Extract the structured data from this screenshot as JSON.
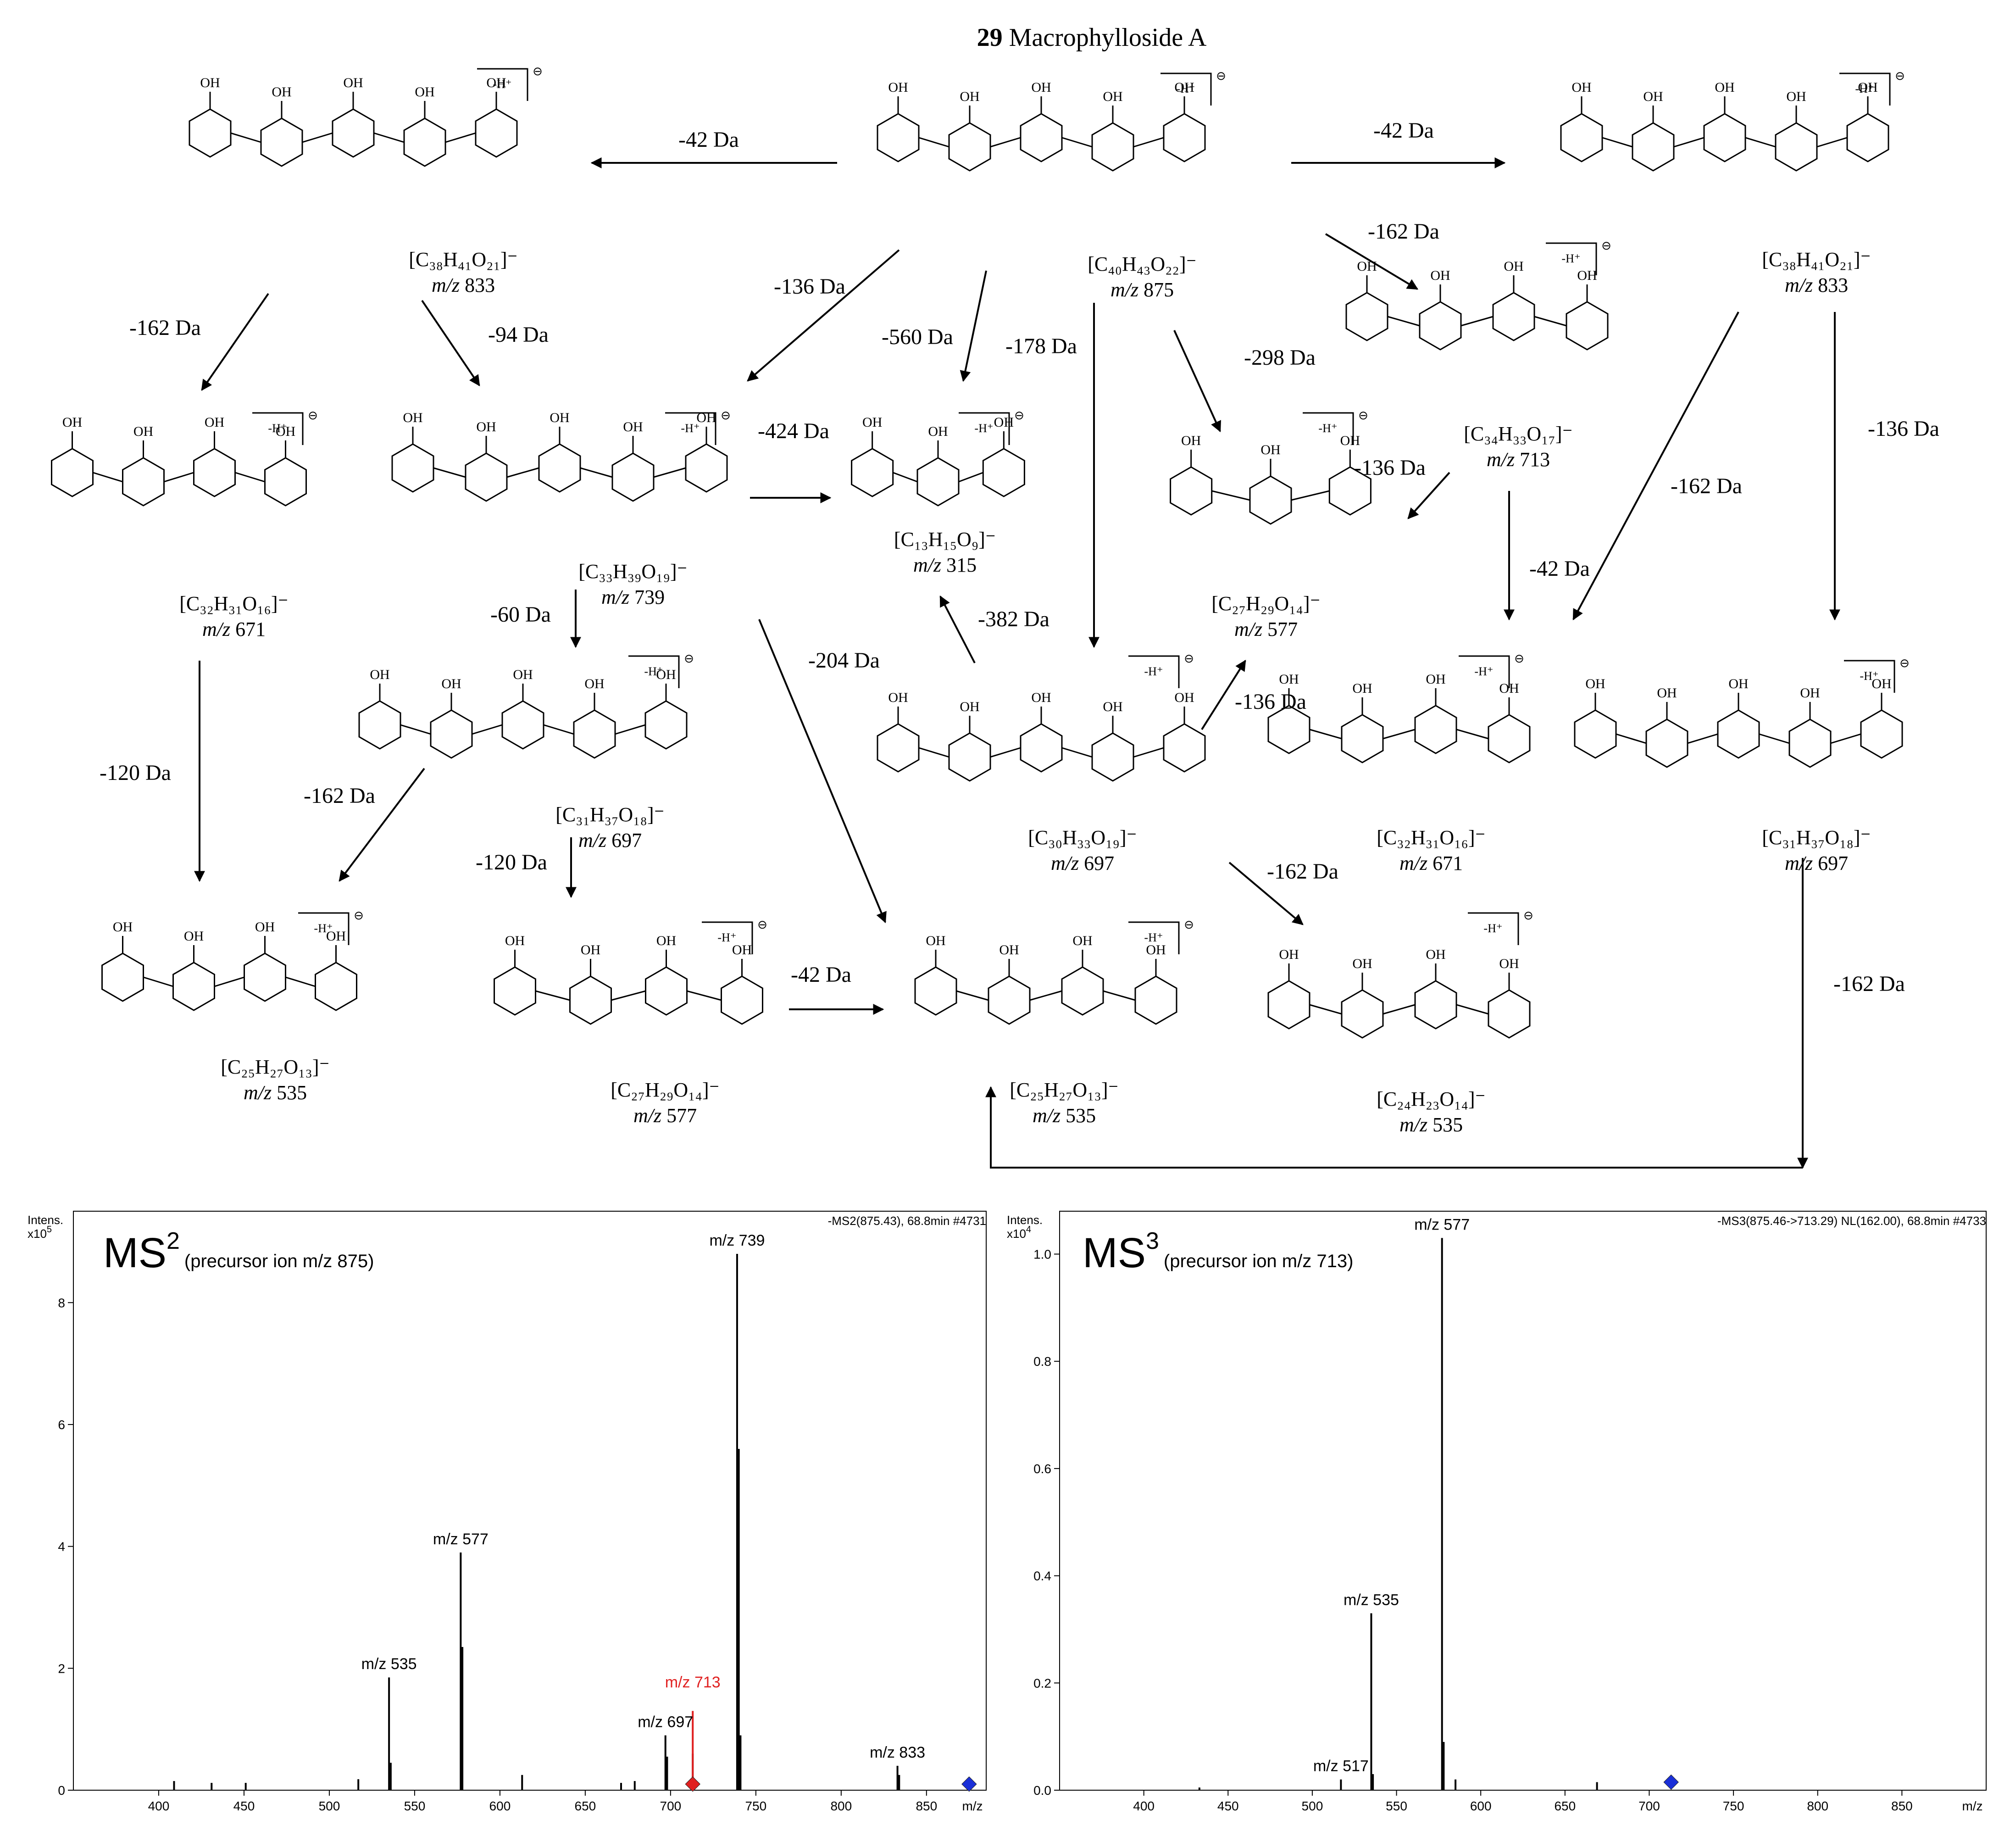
{
  "title": {
    "compound_number": "29",
    "compound_name": "Macrophylloside A"
  },
  "charge_label": "-H⁺",
  "charge_sign": "⊖",
  "ions": [
    {
      "id": "p875",
      "formula": "[C₄₀H₄₃O₂₂]⁻",
      "mz": "875"
    },
    {
      "id": "a833",
      "formula": "[C₃₈H₄₁O₂₁]⁻",
      "mz": "833"
    },
    {
      "id": "b833",
      "formula": "[C₃₈H₄₁O₂₁]⁻",
      "mz": "833"
    },
    {
      "id": "a671",
      "formula": "[C₃₂H₃₁O₁₆]⁻",
      "mz": "671"
    },
    {
      "id": "a739",
      "formula": "[C₃₃H₃₉O₁₉]⁻",
      "mz": "739"
    },
    {
      "id": "a315",
      "formula": "[C₁₃H₁₅O₉]⁻",
      "mz": "315"
    },
    {
      "id": "a713",
      "formula": "[C₃₄H₃₃O₁₇]⁻",
      "mz": "713"
    },
    {
      "id": "a577",
      "formula": "[C₂₇H₂₉O₁₄]⁻",
      "mz": "577"
    },
    {
      "id": "a697",
      "formula": "[C₃₁H₃₇O₁₈]⁻",
      "mz": "697"
    },
    {
      "id": "b697",
      "formula": "[C₃₀H₃₃O₁₉]⁻",
      "mz": "697"
    },
    {
      "id": "b671",
      "formula": "[C₃₂H₃₁O₁₆]⁻",
      "mz": "671"
    },
    {
      "id": "c697",
      "formula": "[C₃₁H₃₇O₁₈]⁻",
      "mz": "697"
    },
    {
      "id": "a535",
      "formula": "[C₂₅H₂₇O₁₃]⁻",
      "mz": "535"
    },
    {
      "id": "b577",
      "formula": "[C₂₇H₂₉O₁₄]⁻",
      "mz": "577"
    },
    {
      "id": "b535",
      "formula": "[C₂₅H₂₇O₁₃]⁻",
      "mz": "535"
    },
    {
      "id": "c535",
      "formula": "[C₂₄H₂₃O₁₄]⁻",
      "mz": "535"
    }
  ],
  "losses": [
    "-42 Da",
    "-42 Da",
    "-162 Da",
    "-94 Da",
    "-136 Da",
    "-560 Da",
    "-178 Da",
    "-162 Da",
    "-298 Da",
    "-424 Da",
    "-136 Da",
    "-136 Da",
    "-162 Da",
    "-42 Da",
    "-60 Da",
    "-382 Da",
    "-204 Da",
    "-120 Da",
    "-136 Da",
    "-162 Da",
    "-120 Da",
    "-162 Da",
    "-42 Da",
    "-162 Da"
  ],
  "chart_data": [
    {
      "type": "bar",
      "label_main": "MS",
      "label_sup": "2",
      "label_sub": "(precursor ion m/z 875)",
      "scan_info": "-MS2(875.43), 68.8min #4731",
      "ylabel": "Intens.",
      "yexp_base": "x10",
      "yexp_power": "5",
      "xlabel": "m/z",
      "xlim": [
        350,
        885
      ],
      "ylim": [
        0,
        9.5
      ],
      "xticks": [
        400,
        450,
        500,
        550,
        600,
        650,
        700,
        750,
        800,
        850
      ],
      "yticks": [
        0,
        2,
        4,
        6,
        8
      ],
      "peaks": [
        {
          "x": 409,
          "y": 0.15
        },
        {
          "x": 431,
          "y": 0.12
        },
        {
          "x": 451,
          "y": 0.12
        },
        {
          "x": 517,
          "y": 0.18
        },
        {
          "x": 535,
          "y": 1.85
        },
        {
          "x": 536,
          "y": 0.45
        },
        {
          "x": 577,
          "y": 3.9
        },
        {
          "x": 578,
          "y": 2.35
        },
        {
          "x": 613,
          "y": 0.25
        },
        {
          "x": 671,
          "y": 0.12
        },
        {
          "x": 679,
          "y": 0.15
        },
        {
          "x": 697,
          "y": 0.9
        },
        {
          "x": 698,
          "y": 0.55
        },
        {
          "x": 713,
          "y": 0.6
        },
        {
          "x": 739,
          "y": 8.8
        },
        {
          "x": 740,
          "y": 5.6
        },
        {
          "x": 741,
          "y": 0.9
        },
        {
          "x": 833,
          "y": 0.4
        },
        {
          "x": 834,
          "y": 0.25
        }
      ],
      "annotations": [
        {
          "text": "m/z 535",
          "x": 535,
          "y": 1.85,
          "color": "#000000"
        },
        {
          "text": "m/z 577",
          "x": 577,
          "y": 3.9,
          "color": "#000000"
        },
        {
          "text": "m/z 697",
          "x": 697,
          "y": 0.9,
          "color": "#000000"
        },
        {
          "text": "m/z 713",
          "x": 713,
          "y": 1.55,
          "color": "#e02020"
        },
        {
          "text": "m/z 739",
          "x": 739,
          "y": 8.8,
          "color": "#000000"
        },
        {
          "text": "m/z 833",
          "x": 833,
          "y": 0.4,
          "color": "#000000"
        }
      ],
      "markers": [
        {
          "x": 713,
          "y": 0.1,
          "color": "#e02020",
          "stem_top": 1.3
        },
        {
          "x": 875,
          "y": 0.1,
          "color": "#1a2fd8"
        }
      ]
    },
    {
      "type": "bar",
      "label_main": "MS",
      "label_sup": "3",
      "label_sub": "(precursor ion m/z 713)",
      "scan_info": "-MS3(875.46->713.29) NL(162.00), 68.8min #4733",
      "ylabel": "Intens.",
      "yexp_base": "x10",
      "yexp_power": "4",
      "xlabel": "m/z",
      "xlim": [
        350,
        900
      ],
      "ylim": [
        0,
        1.08
      ],
      "xticks": [
        400,
        450,
        500,
        550,
        600,
        650,
        700,
        750,
        800,
        850
      ],
      "yticks": [
        0.0,
        0.2,
        0.4,
        0.6,
        0.8,
        1.0
      ],
      "ytick_labels": [
        "0.0",
        "0.2",
        "0.4",
        "0.6",
        "0.8",
        "1.0"
      ],
      "peaks": [
        {
          "x": 517,
          "y": 0.02
        },
        {
          "x": 535,
          "y": 0.33
        },
        {
          "x": 536,
          "y": 0.03
        },
        {
          "x": 577,
          "y": 1.03
        },
        {
          "x": 578,
          "y": 0.09
        },
        {
          "x": 585,
          "y": 0.02
        },
        {
          "x": 669,
          "y": 0.015
        },
        {
          "x": 433,
          "y": 0.005
        }
      ],
      "annotations": [
        {
          "text": "m/z 517",
          "x": 517,
          "y": 0.02,
          "color": "#000000"
        },
        {
          "text": "m/z 535",
          "x": 535,
          "y": 0.33,
          "color": "#000000"
        },
        {
          "text": "m/z 577",
          "x": 577,
          "y": 1.03,
          "color": "#000000"
        }
      ],
      "markers": [
        {
          "x": 713,
          "y": 0.015,
          "color": "#1a2fd8"
        }
      ]
    }
  ]
}
